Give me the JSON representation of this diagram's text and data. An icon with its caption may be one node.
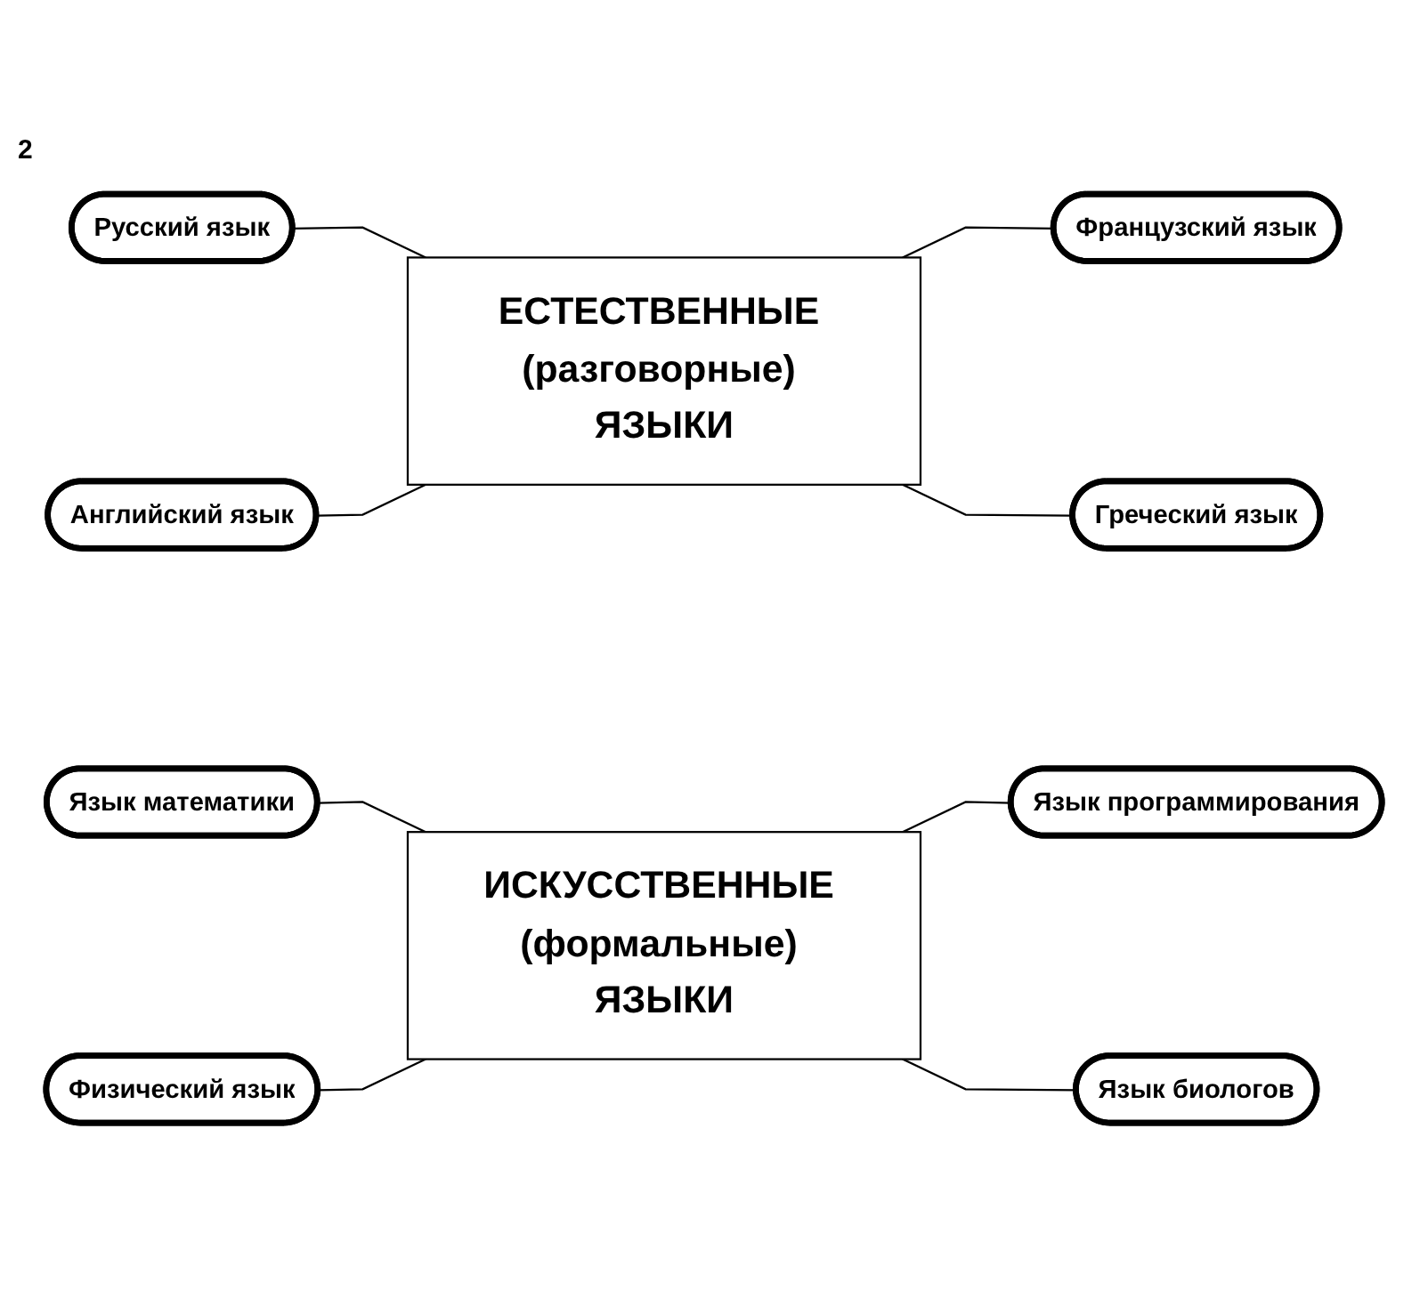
{
  "diagram": {
    "nodes": [
      {
        "text": [
          "Русский язык"
        ]
      },
      {
        "text": [
          "Французский язык"
        ]
      },
      {
        "text": [
          "ЕСТЕСТВЕННЫЕ (разговорные) ЯЗЫКИ"
        ]
      },
      {
        "text": [
          "Английский язык"
        ]
      },
      {
        "text": [
          "Греческий язык"
        ]
      },
      {
        "text": [
          "Язык математики"
        ]
      },
      {
        "text": [
          "Язык программирования"
        ]
      },
      {
        "text": [
          "ИСКУССТВЕННЫЕ (формальные) ЯЗЫКИ"
        ]
      },
      {
        "text": [
          "Физический язык"
        ]
      },
      {
        "text": [
          "Язык биологов"
        ]
      }
    ],
    "edges": [
      {
        "from": 0,
        "to": 2,
        "arrow": "none"
      },
      {
        "from": 2,
        "to": 1,
        "arrow": "none"
      },
      {
        "from": 3,
        "to": 2,
        "arrow": "none"
      },
      {
        "from": 2,
        "to": 4,
        "arrow": "none"
      },
      {
        "from": 5,
        "to": 7,
        "arrow": "none"
      },
      {
        "from": 7,
        "to": 6,
        "arrow": "none"
      },
      {
        "from": 8,
        "to": 7,
        "arrow": "none"
      },
      {
        "from": 7,
        "to": 9,
        "arrow": "none"
      }
    ],
    "labels": [
      "2"
    ]
  }
}
